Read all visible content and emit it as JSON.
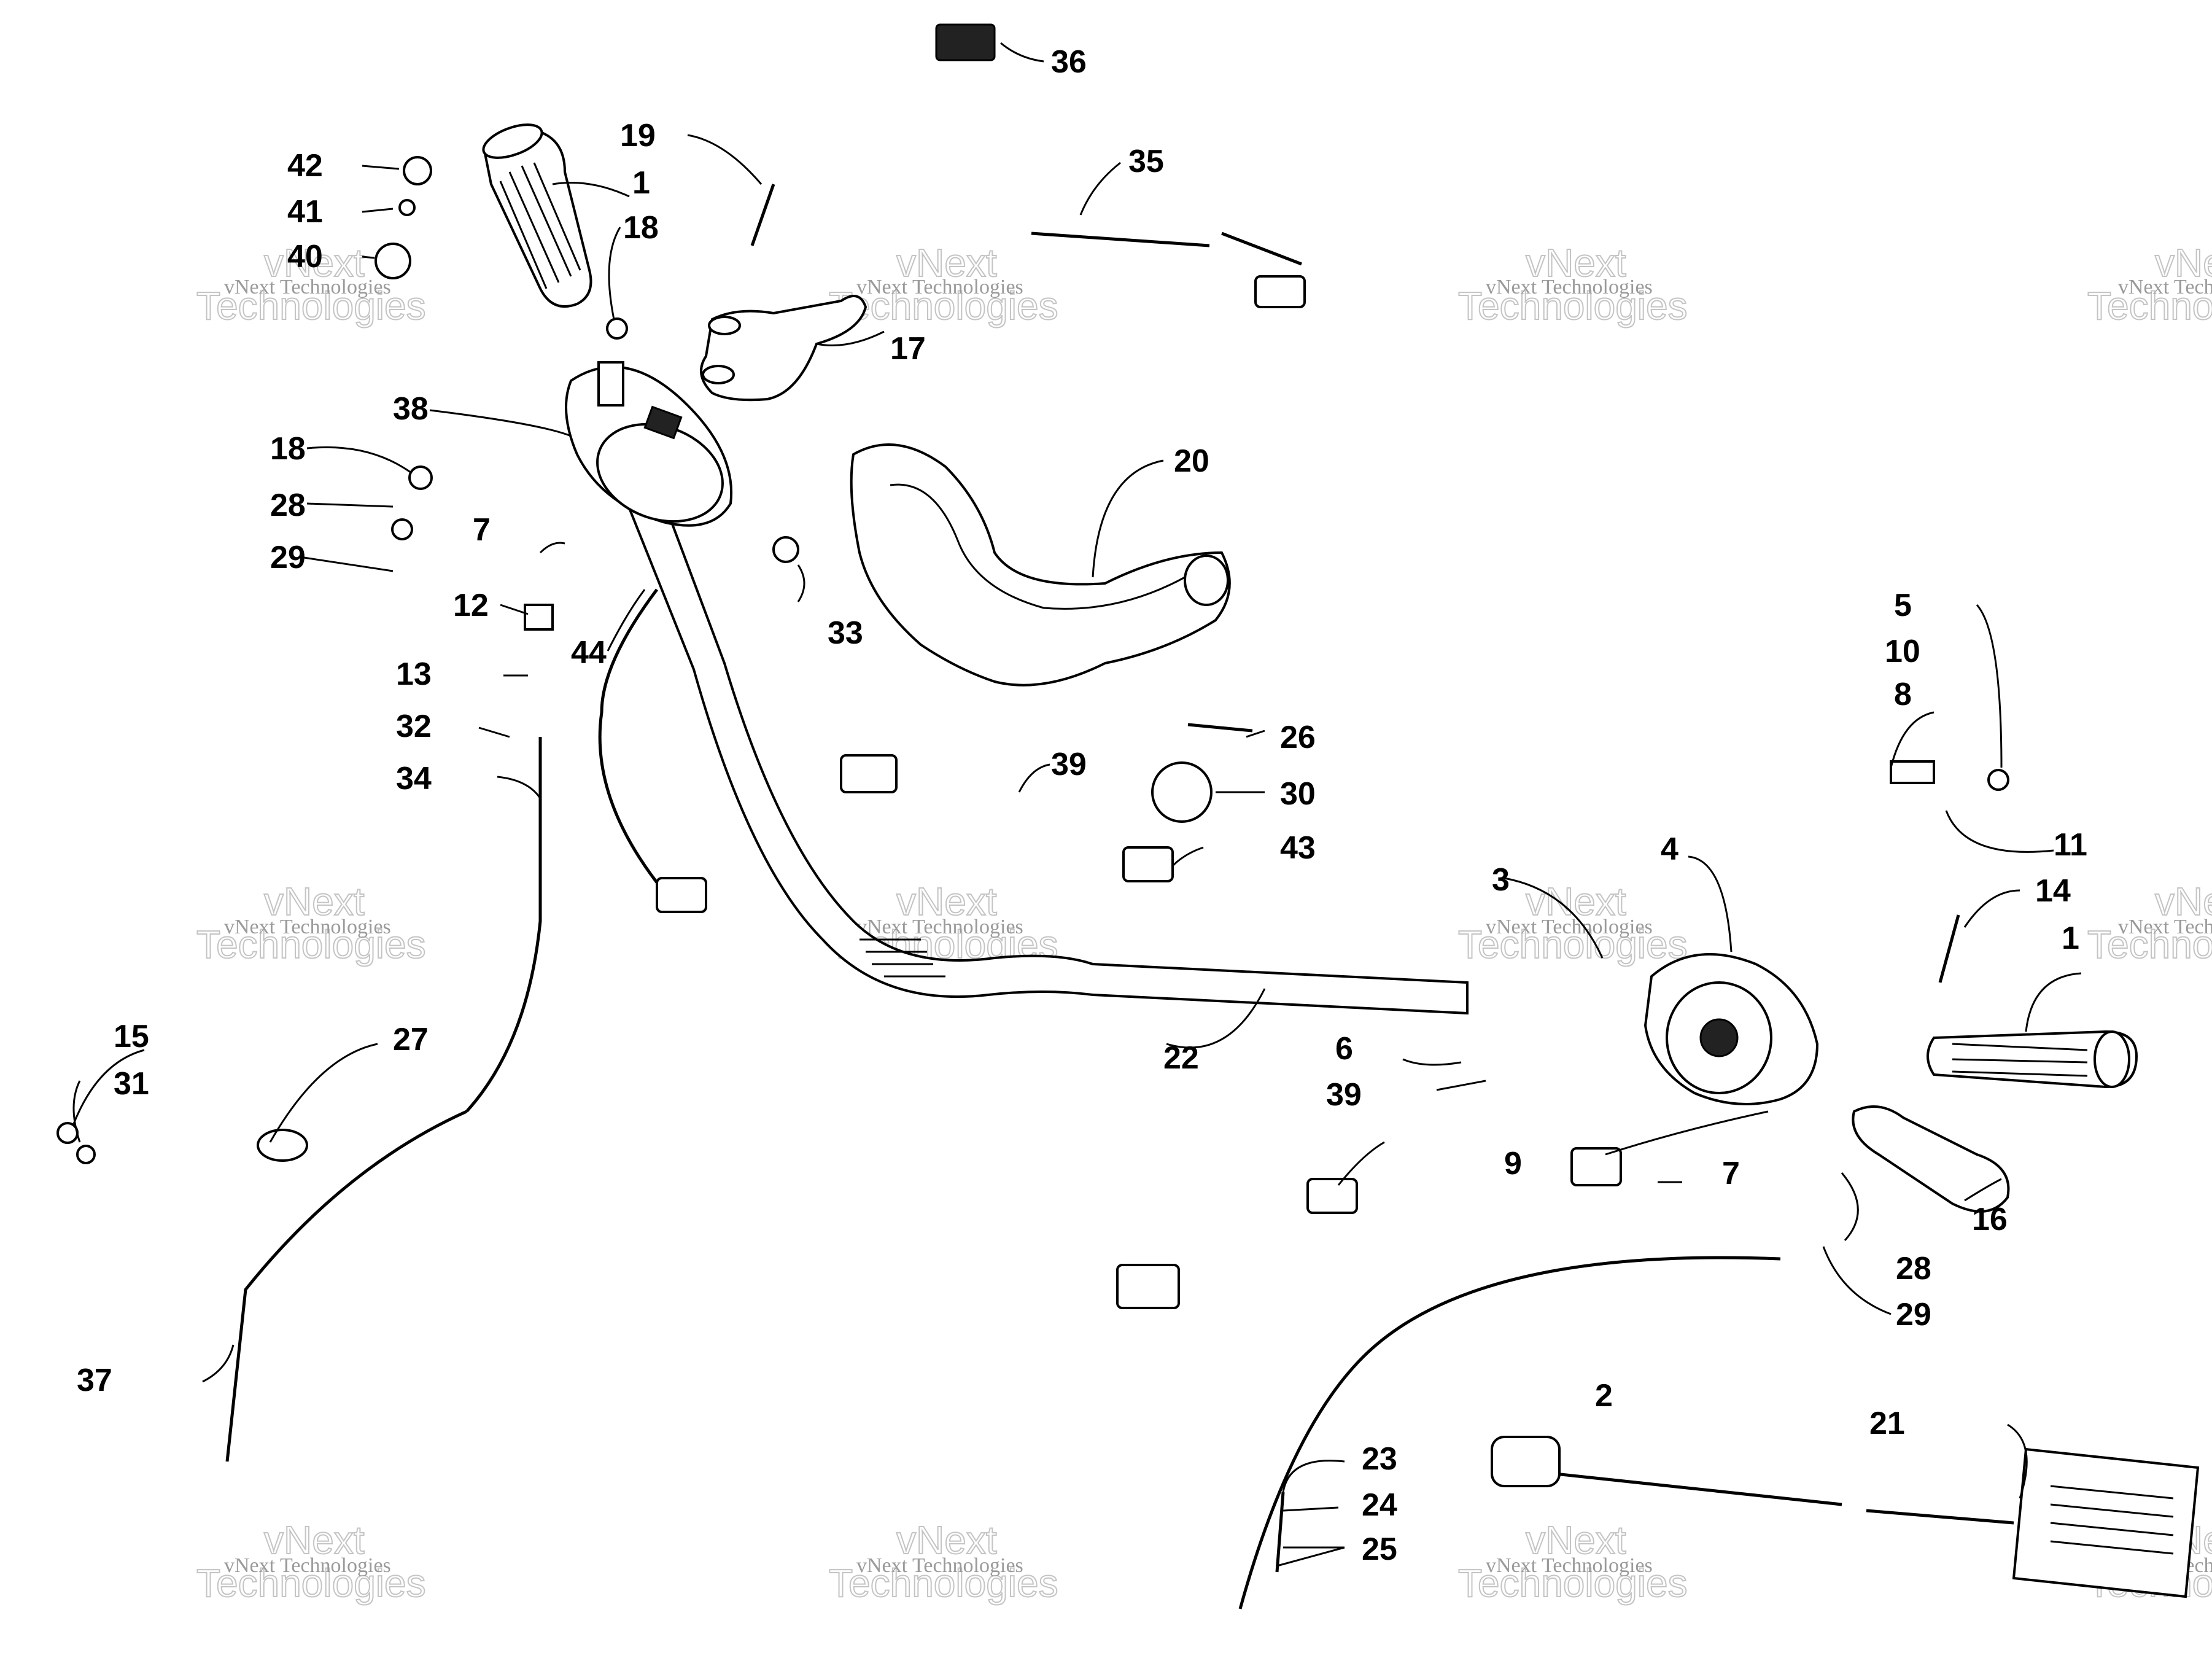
{
  "watermark": {
    "line1": "vNext Technologies",
    "line2": "vNext",
    "line3": "Technologies"
  },
  "callouts": [
    "1",
    "2",
    "3",
    "4",
    "5",
    "6",
    "7",
    "8",
    "9",
    "10",
    "11",
    "12",
    "13",
    "14",
    "15",
    "16",
    "17",
    "18",
    "19",
    "20",
    "21",
    "22",
    "23",
    "24",
    "25",
    "26",
    "27",
    "28",
    "29",
    "30",
    "31",
    "32",
    "33",
    "34",
    "35",
    "36",
    "37",
    "38",
    "39",
    "40",
    "41",
    "42",
    "43",
    "44"
  ]
}
